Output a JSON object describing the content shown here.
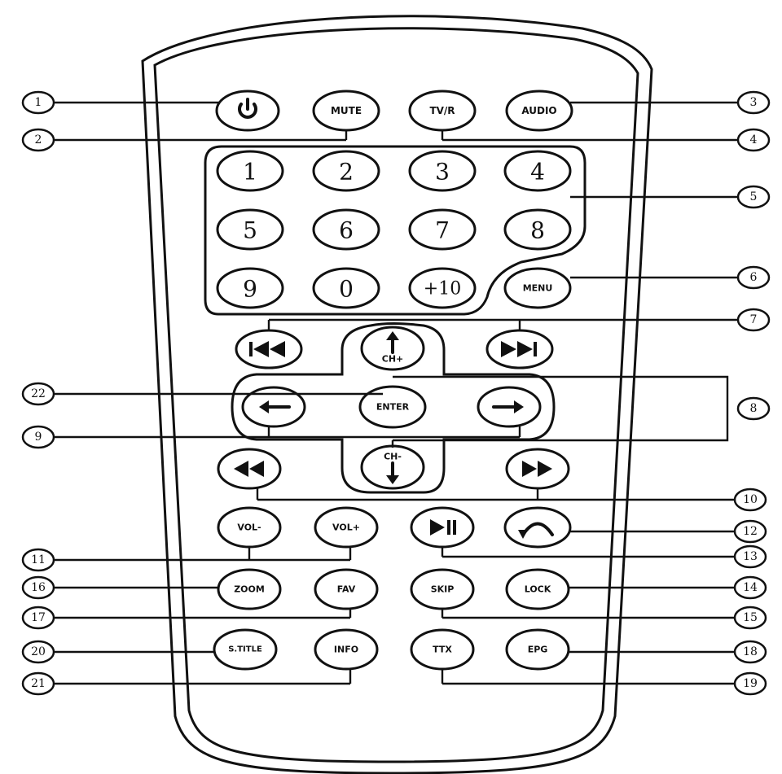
{
  "buttons": {
    "mute": "MUTE",
    "tv_r": "TV/R",
    "audio": "AUDIO",
    "menu": "MENU",
    "ch_plus": "CH+",
    "ch_minus": "CH-",
    "enter": "ENTER",
    "vol_minus": "VOL-",
    "vol_plus": "VOL+",
    "zoom": "ZOOM",
    "fav": "FAV",
    "skip": "SKIP",
    "lock": "LOCK",
    "s_title": "S.TITLE",
    "info": "INFO",
    "ttx": "TTX",
    "epg": "EPG",
    "digits": [
      "1",
      "2",
      "3",
      "4",
      "5",
      "6",
      "7",
      "8",
      "9",
      "0",
      "+10"
    ]
  },
  "icons": {
    "power": "power-icon",
    "prev": "skip-previous-icon",
    "next": "skip-next-icon",
    "up": "arrow-up-icon",
    "down": "arrow-down-icon",
    "left": "arrow-left-icon",
    "right": "arrow-right-icon",
    "rewind": "rewind-icon",
    "fast_forward": "fast-forward-icon",
    "play_pause": "play-pause-icon",
    "return": "return-icon"
  },
  "callouts": [
    "1",
    "2",
    "3",
    "4",
    "5",
    "6",
    "7",
    "8",
    "9",
    "10",
    "11",
    "12",
    "13",
    "14",
    "15",
    "16",
    "17",
    "18",
    "19",
    "20",
    "21",
    "22"
  ]
}
